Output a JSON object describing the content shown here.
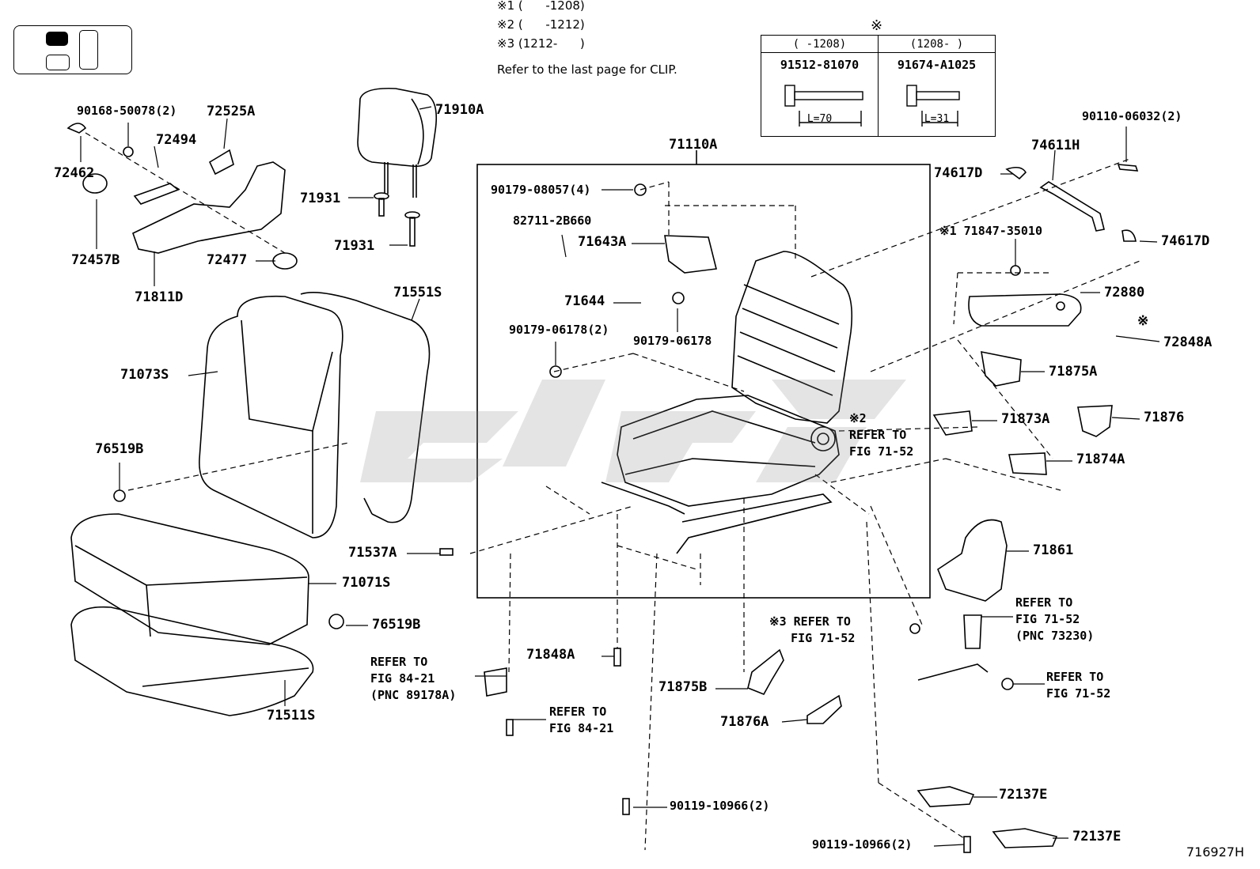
{
  "header": {
    "notes": [
      "※1 (      -1208)",
      "※2 (      -1212)",
      "※3 (1212-      )"
    ],
    "clip_note": "Refer to the last page for CLIP.",
    "figure_id": "716927H"
  },
  "spec_table": {
    "star": "※",
    "col1_range": "(      -1208)",
    "col2_range": "(1208-      )",
    "col1_part": "91512-81070",
    "col2_part": "91674-A1025",
    "col1_length": "L=70",
    "col2_length": "L=31"
  },
  "parts": [
    {
      "id": "p01",
      "label": "90168-50078(2)"
    },
    {
      "id": "p02",
      "label": "72525A"
    },
    {
      "id": "p03",
      "label": "72494"
    },
    {
      "id": "p04",
      "label": "72462"
    },
    {
      "id": "p05",
      "label": "72457B"
    },
    {
      "id": "p06",
      "label": "72477"
    },
    {
      "id": "p07",
      "label": "71811D"
    },
    {
      "id": "p08",
      "label": "71910A"
    },
    {
      "id": "p09",
      "label": "71931"
    },
    {
      "id": "p10",
      "label": "71931"
    },
    {
      "id": "p11",
      "label": "71551S"
    },
    {
      "id": "p12",
      "label": "71073S"
    },
    {
      "id": "p13",
      "label": "76519B"
    },
    {
      "id": "p14",
      "label": "71537A"
    },
    {
      "id": "p15",
      "label": "71071S"
    },
    {
      "id": "p16",
      "label": "76519B"
    },
    {
      "id": "p17",
      "label": "71511S"
    },
    {
      "id": "p18",
      "label": "71110A"
    },
    {
      "id": "p19",
      "label": "90179-08057(4)"
    },
    {
      "id": "p20",
      "label": "82711-2B660"
    },
    {
      "id": "p21",
      "label": "71643A"
    },
    {
      "id": "p22",
      "label": "71644"
    },
    {
      "id": "p23",
      "label": "90179-06178(2)"
    },
    {
      "id": "p24",
      "label": "90179-06178"
    },
    {
      "id": "p25",
      "label": "71848A"
    },
    {
      "id": "p26",
      "label": "71875B"
    },
    {
      "id": "p27",
      "label": "71876A"
    },
    {
      "id": "p28",
      "label": "90119-10966(2)"
    },
    {
      "id": "p29",
      "label": "90119-10966(2)"
    },
    {
      "id": "p30",
      "label": "72137E"
    },
    {
      "id": "p31",
      "label": "72137E"
    },
    {
      "id": "p32",
      "label": "90110-06032(2)"
    },
    {
      "id": "p33",
      "label": "74611H"
    },
    {
      "id": "p34",
      "label": "74617D"
    },
    {
      "id": "p35",
      "label": "74617D"
    },
    {
      "id": "p36",
      "label": "※1 71847-35010"
    },
    {
      "id": "p37",
      "label": "72880"
    },
    {
      "id": "p38",
      "label": "※"
    },
    {
      "id": "p39",
      "label": "72848A"
    },
    {
      "id": "p40",
      "label": "71875A"
    },
    {
      "id": "p41",
      "label": "71873A"
    },
    {
      "id": "p42",
      "label": "71876"
    },
    {
      "id": "p43",
      "label": "71874A"
    },
    {
      "id": "p44",
      "label": "71861"
    }
  ],
  "references": [
    {
      "id": "r1",
      "text": "※2\nREFER TO\nFIG 71-52"
    },
    {
      "id": "r2",
      "text": "※3 REFER TO\n   FIG 71-52"
    },
    {
      "id": "r3",
      "text": "REFER TO\nFIG 71-52\n(PNC 73230)"
    },
    {
      "id": "r4",
      "text": "REFER TO\nFIG 71-52"
    },
    {
      "id": "r5",
      "text": "REFER TO\nFIG 84-21\n(PNC 89178A)"
    },
    {
      "id": "r6",
      "text": "REFER TO\nFIG 84-21"
    }
  ]
}
